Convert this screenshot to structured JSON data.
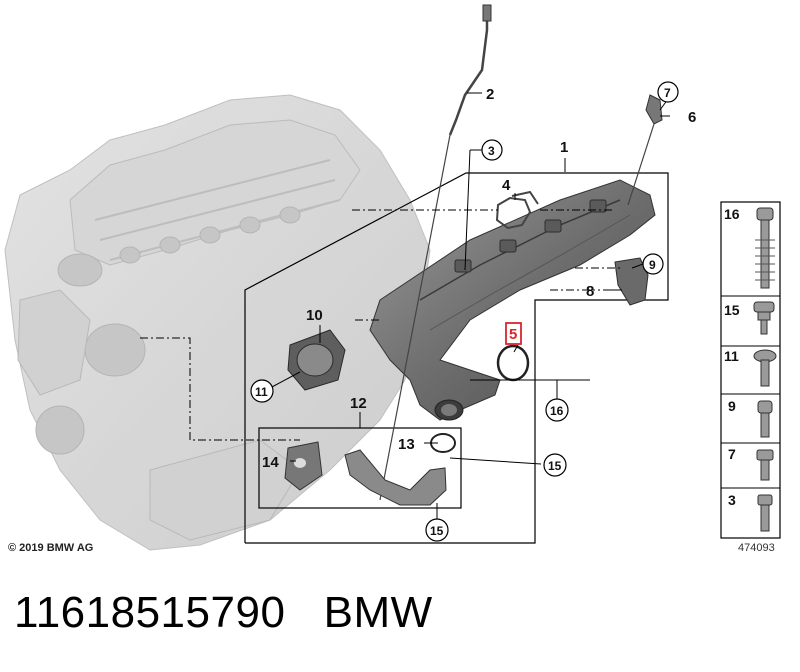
{
  "diagram": {
    "copyright": "© 2019 BMW AG",
    "diagram_id": "474093",
    "callouts": {
      "c1": "1",
      "c2": "2",
      "c3": "3",
      "c4": "4",
      "c5": "5",
      "c6": "6",
      "c7": "7",
      "c8": "8",
      "c9": "9",
      "c10": "10",
      "c11": "11",
      "c12": "12",
      "c13": "13",
      "c14": "14",
      "c15a": "15",
      "c15b": "15",
      "c16": "16"
    },
    "fastener_panel": {
      "items": [
        "16",
        "15",
        "11",
        "9",
        "7",
        "3"
      ]
    },
    "highlight_color": "#d9262c"
  },
  "caption": {
    "part_number": "11618515790",
    "brand": "BMW"
  }
}
